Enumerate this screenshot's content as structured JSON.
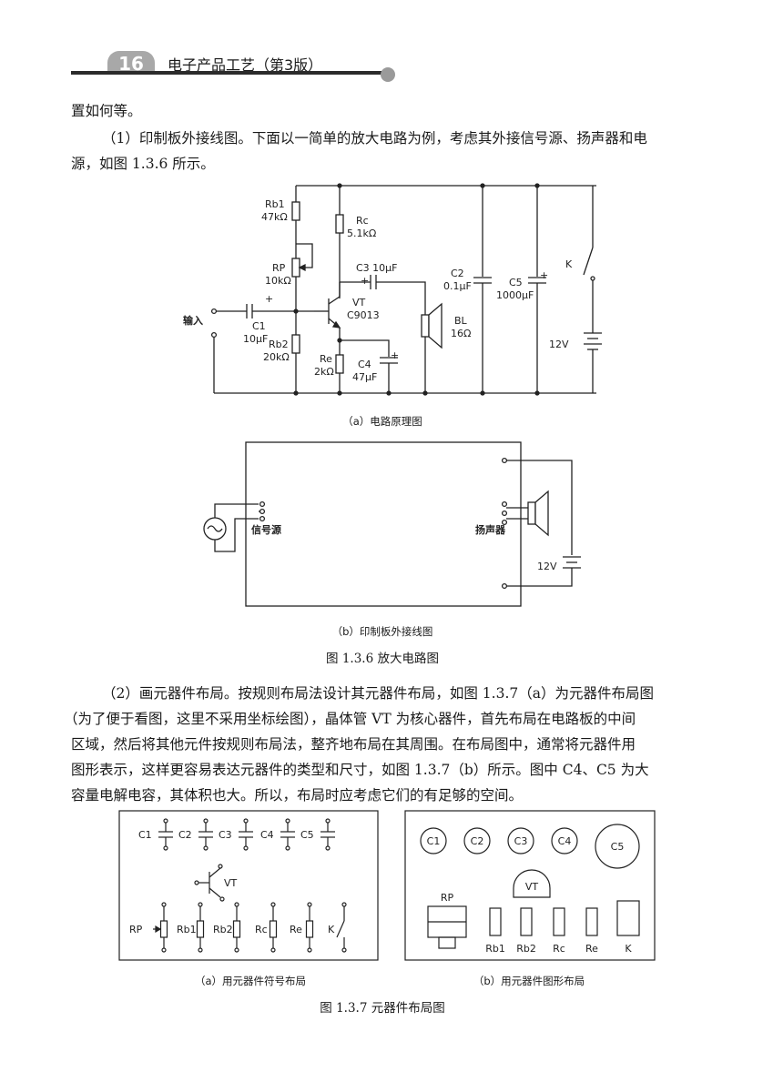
{
  "header": {
    "page_number": "16",
    "book_title": "电子产品工艺（第3版）"
  },
  "text": {
    "p0": "置如何等。",
    "p1_line1": "（1）印制板外接线图。下面以一简单的放大电路为例，考虑其外接信号源、扬声器和电",
    "p1_line2": "源，如图 1.3.6 所示。",
    "p2_line1": "（2）画元器件布局。按规则布局法设计其元器件布局，如图 1.3.7（a）为元器件布局图",
    "p2_line2": "（为了便于看图，这里不采用坐标绘图），晶体管 VT 为核心器件，首先布局在电路板的中间",
    "p2_line3": "区域，然后将其他元件按规则布局法，整齐地布局在其周围。在布局图中，通常将元器件用",
    "p2_line4": "图形表示，这样更容易表达元器件的类型和尺寸，如图 1.3.7（b）所示。图中 C4、C5 为大",
    "p2_line5": "容量电解电容，其体积也大。所以，布局时应考虑它们的有足够的空间。"
  },
  "fig136": {
    "sub_a_caption": "（a）电路原理图",
    "sub_b_caption": "（b）印制板外接线图",
    "caption": "图 1.3.6   放大电路图",
    "labels": {
      "rb1": "Rb1",
      "rb1_val": "47kΩ",
      "rc": "Rc",
      "rc_val": "5.1kΩ",
      "rp": "RP",
      "rp_val": "10kΩ",
      "c3": "C3  10μF",
      "c2": "C2",
      "c2_val": "0.1μF",
      "c5": "C5",
      "c5_val": "1000μF",
      "k": "K",
      "vt": "VT",
      "vt_val": "C9013",
      "input": "输入",
      "c1": "C1",
      "c1_val": "10μF",
      "rb2": "Rb2",
      "rb2_val": "20kΩ",
      "re": "Re",
      "re_val": "2kΩ",
      "c4": "C4",
      "c4_val": "47μF",
      "bl": "BL",
      "bl_val": "16Ω",
      "v12": "12V",
      "plus": "+"
    },
    "wiring": {
      "signal_source": "信号源",
      "speaker": "扬声器",
      "v12": "12V"
    }
  },
  "fig137": {
    "sub_a_caption": "（a）用元器件符号布局",
    "sub_b_caption": "（b）用元器件图形布局",
    "caption": "图 1.3.7   元器件布局图",
    "symbols": {
      "caps": [
        "C1",
        "C2",
        "C3",
        "C4",
        "C5"
      ],
      "vt": "VT",
      "resistors": [
        "RP",
        "Rb1",
        "Rb2",
        "Rc",
        "Re",
        "K"
      ]
    },
    "shapes": {
      "circles": [
        "C1",
        "C2",
        "C3",
        "C4",
        "C5"
      ],
      "vt": "VT",
      "rp": "RP",
      "bottom": [
        "Rb1",
        "Rb2",
        "Rc",
        "Re",
        "K"
      ]
    }
  }
}
